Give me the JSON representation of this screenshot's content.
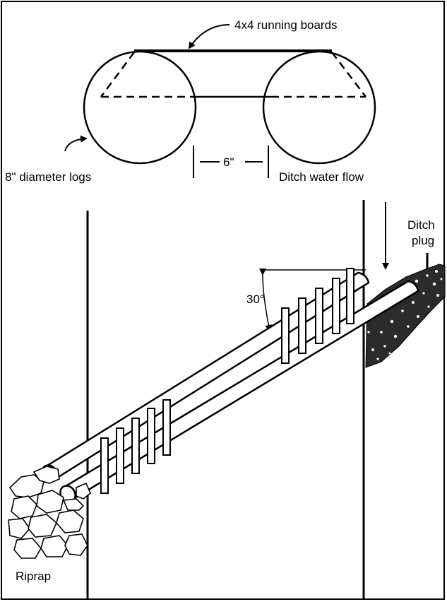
{
  "labels": {
    "running_boards": "4x4 running boards",
    "log_diameter": "8\" diameter logs",
    "spacing": "6\"",
    "water_flow": "Ditch water flow",
    "ditch_plug_line1": "Ditch",
    "ditch_plug_line2": "plug",
    "angle": "30°",
    "riprap": "Riprap"
  }
}
